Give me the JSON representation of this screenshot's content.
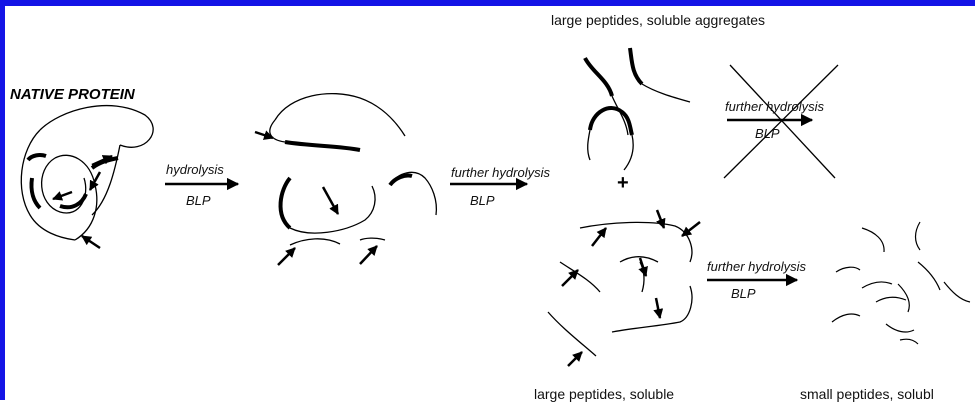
{
  "title": "NATIVE PROTEIN",
  "steps": [
    {
      "top": "hydrolysis",
      "bottom": "BLP"
    },
    {
      "top": "further hydrolysis",
      "bottom": "BLP"
    },
    {
      "top": "further hydrolysis",
      "bottom": "BLP"
    },
    {
      "top": "further hydrolysis",
      "bottom": "BLP"
    }
  ],
  "products": {
    "top_label": "large peptides, soluble aggregates",
    "plus": "+",
    "bottom_left_label": "large peptides, soluble",
    "bottom_right_label": "small peptides, solubl"
  },
  "colors": {
    "frame": "#1414e6",
    "ink": "#000000"
  }
}
